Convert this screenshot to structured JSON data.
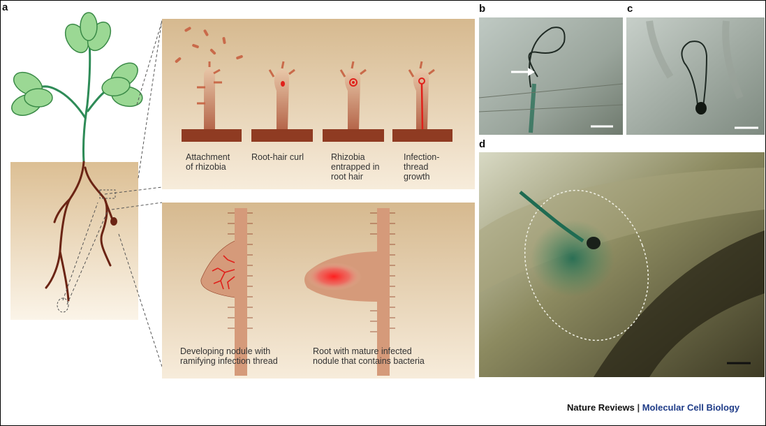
{
  "panels": {
    "a": "a",
    "b": "b",
    "c": "c",
    "d": "d"
  },
  "stages": [
    "Attachment\nof rhizobia",
    "Root-hair curl",
    "Rhizobia\nentrapped in\nroot hair",
    "Infection-\nthread\ngrowth"
  ],
  "nodules": [
    "Developing nodule with\nramifying infection thread",
    "Root with mature infected\nnodule that contains bacteria"
  ],
  "credit": {
    "brand": "Nature Reviews",
    "separator": " | ",
    "journal": "Molecular Cell Biology"
  },
  "colors": {
    "panel_bg_top": "#d9bf9c",
    "panel_bg_bottom": "#f6ebd9",
    "root_brown": "#6b2414",
    "hair_brown": "#a9472b",
    "infection_red": "#e0201a",
    "leaf_green": "#8fd38b",
    "stem_green": "#2e8b57",
    "micro_green": "#1f6b52"
  }
}
